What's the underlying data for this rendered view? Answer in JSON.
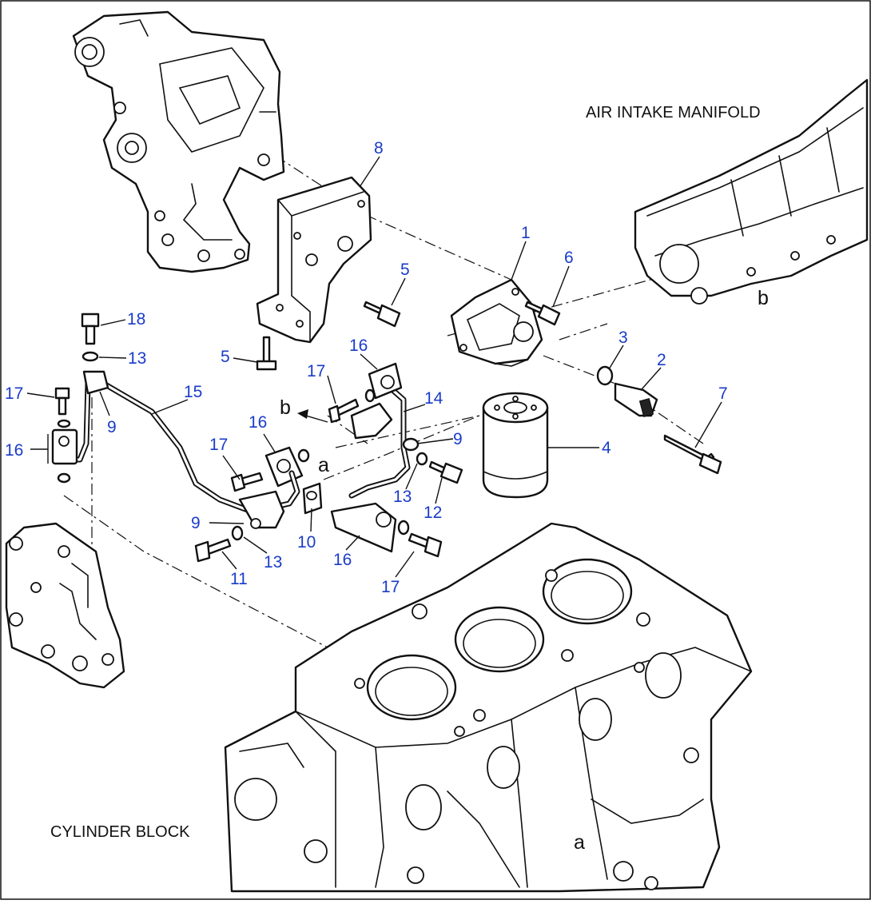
{
  "labels": {
    "air_intake_manifold": "AIR INTAKE MANIFOLD",
    "cylinder_block": "CYLINDER BLOCK"
  },
  "letters": {
    "b_top": "b",
    "b_mid": "b",
    "a_mid": "a",
    "a_bottom": "a"
  },
  "parts": {
    "p1": "1",
    "p2": "2",
    "p3": "3",
    "p4": "4",
    "p5a": "5",
    "p5b": "5",
    "p6": "6",
    "p7": "7",
    "p8": "8",
    "p9a": "9",
    "p9b": "9",
    "p9c": "9",
    "p10": "10",
    "p11": "11",
    "p12": "12",
    "p13a": "13",
    "p13b": "13",
    "p13c": "13",
    "p14": "14",
    "p15": "15",
    "p16a": "16",
    "p16b": "16",
    "p16c": "16",
    "p16d": "16",
    "p17a": "17",
    "p17b": "17",
    "p17c": "17",
    "p17d": "17",
    "p18": "18"
  },
  "colors": {
    "part_number": "#1a3cc8",
    "line": "#111111",
    "background": "#ffffff"
  }
}
